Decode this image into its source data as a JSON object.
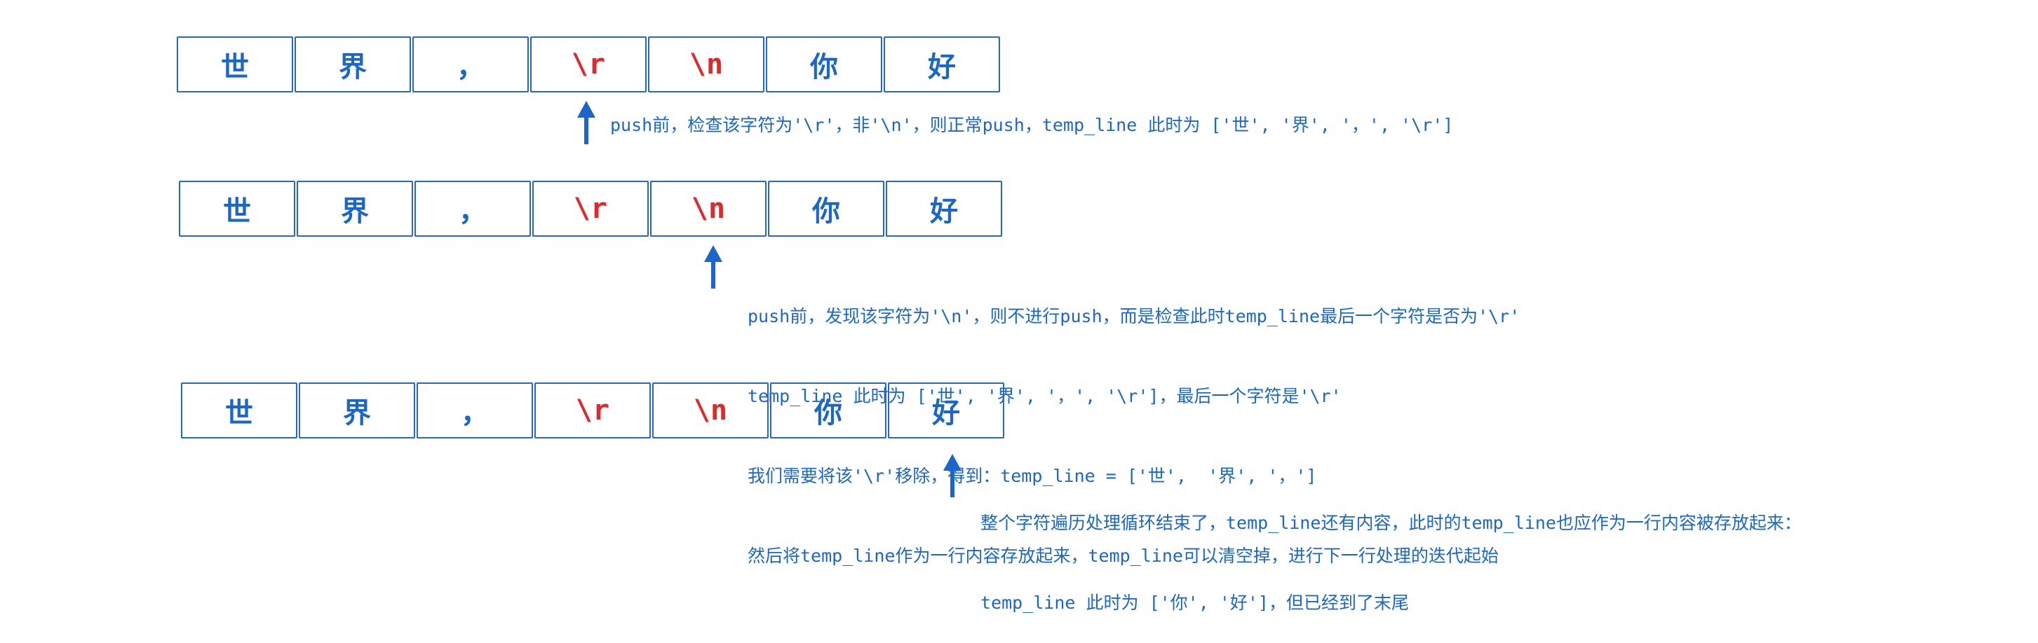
{
  "colors": {
    "normal": "#1b67c9",
    "special": "#e0292a",
    "border": "#2368c4"
  },
  "rows": [
    {
      "cells": [
        "世",
        "界",
        "，",
        "\\r",
        "\\n",
        "你",
        "好"
      ]
    },
    {
      "cells": [
        "世",
        "界",
        "，",
        "\\r",
        "\\n",
        "你",
        "好"
      ]
    },
    {
      "cells": [
        "世",
        "界",
        "，",
        "\\r",
        "\\n",
        "你",
        "好"
      ]
    }
  ],
  "notes": [
    {
      "lines": [
        "push前，检查该字符为'\\r'，非'\\n'，则正常push，temp_line 此时为 ['世', '界', '，', '\\r']"
      ]
    },
    {
      "lines": [
        "push前，发现该字符为'\\n'，则不进行push，而是检查此时temp_line最后一个字符是否为'\\r'",
        "temp_line 此时为 ['世', '界', '，', '\\r']，最后一个字符是'\\r'",
        "我们需要将该'\\r'移除，得到：temp_line = ['世',  '界', '，']",
        "然后将temp_line作为一行内容存放起来，temp_line可以清空掉，进行下一行处理的迭代起始"
      ]
    },
    {
      "lines": [
        "整个字符遍历处理循环结束了，temp_line还有内容，此时的temp_line也应作为一行内容被存放起来：",
        "temp_line 此时为 ['你', '好']，但已经到了末尾"
      ]
    }
  ]
}
